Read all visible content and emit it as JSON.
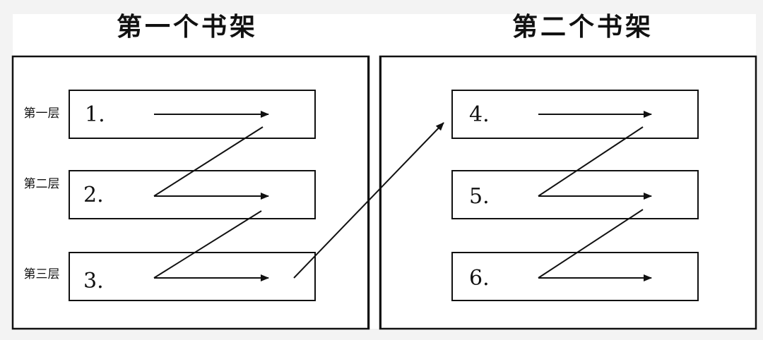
{
  "titles": {
    "shelf1": "第一个书架",
    "shelf2": "第二个书架"
  },
  "layer_labels": [
    "第一层",
    "第二层",
    "第三层"
  ],
  "slot_numbers": [
    "1.",
    "2.",
    "3.",
    "4.",
    "5.",
    "6."
  ],
  "colors": {
    "background": "#f3f3f3",
    "panel": "#ffffff",
    "stroke": "#111111"
  }
}
